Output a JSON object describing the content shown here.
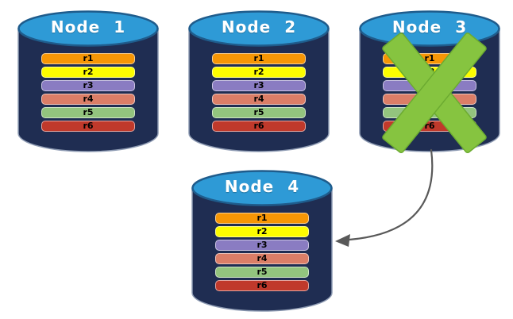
{
  "diagram": {
    "description": "Database replication diagram: four database nodes each holding replicas r1-r6; Node 3 is failed (crossed out) and its data is recovered onto Node 4",
    "nodes": [
      {
        "id": "node-1",
        "label": "Node 1",
        "failed": false,
        "replicas": [
          "r1",
          "r2",
          "r3",
          "r4",
          "r5",
          "r6"
        ]
      },
      {
        "id": "node-2",
        "label": "Node 2",
        "failed": false,
        "replicas": [
          "r1",
          "r2",
          "r3",
          "r4",
          "r5",
          "r6"
        ]
      },
      {
        "id": "node-3",
        "label": "Node 3",
        "failed": true,
        "replicas": [
          "r1",
          "r2",
          "r3",
          "r4",
          "r5",
          "r6"
        ]
      },
      {
        "id": "node-4",
        "label": "Node 4",
        "failed": false,
        "replicas": [
          "r1",
          "r2",
          "r3",
          "r4",
          "r5",
          "r6"
        ]
      }
    ],
    "replica_colors": [
      "#F69605",
      "#FDFD00",
      "#8A7CC2",
      "#DB7E67",
      "#93C47E",
      "#C0392B"
    ],
    "arrow": {
      "from": "Node 3",
      "to": "Node 4"
    },
    "colors": {
      "cylinder_body": "#1F2D52",
      "cylinder_edge": "#8E9BB3",
      "top_fill": "#2E9AD6",
      "top_edge": "#1F5C8C",
      "node_label": "#FFFFFF",
      "replica_text": "#000000",
      "failure_x": "#86C440",
      "failure_x_edge": "#6CAB31",
      "arrow": "#595959"
    }
  }
}
